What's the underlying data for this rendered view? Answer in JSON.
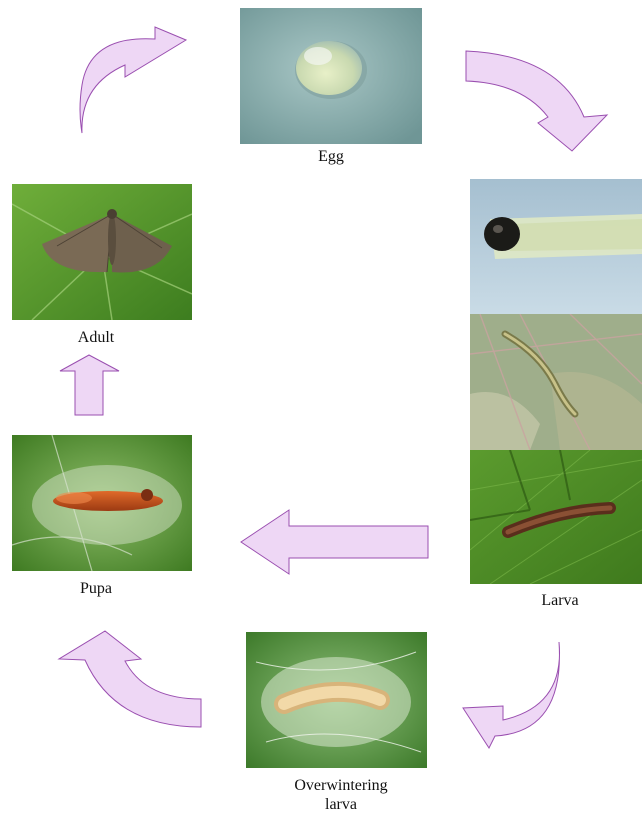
{
  "stages": {
    "egg": "Egg",
    "larva": "Larva",
    "overwintering_larva_line1": "Overwintering",
    "overwintering_larva_line2": "larva",
    "pupa": "Pupa",
    "adult": "Adult"
  },
  "colors": {
    "arrow_fill": "#eed7f5",
    "arrow_stroke": "#9a4fb0",
    "leaf_green": "#4f8c2e",
    "egg_background": "#8fb3b3",
    "larva_background": "#9bb7c8"
  }
}
